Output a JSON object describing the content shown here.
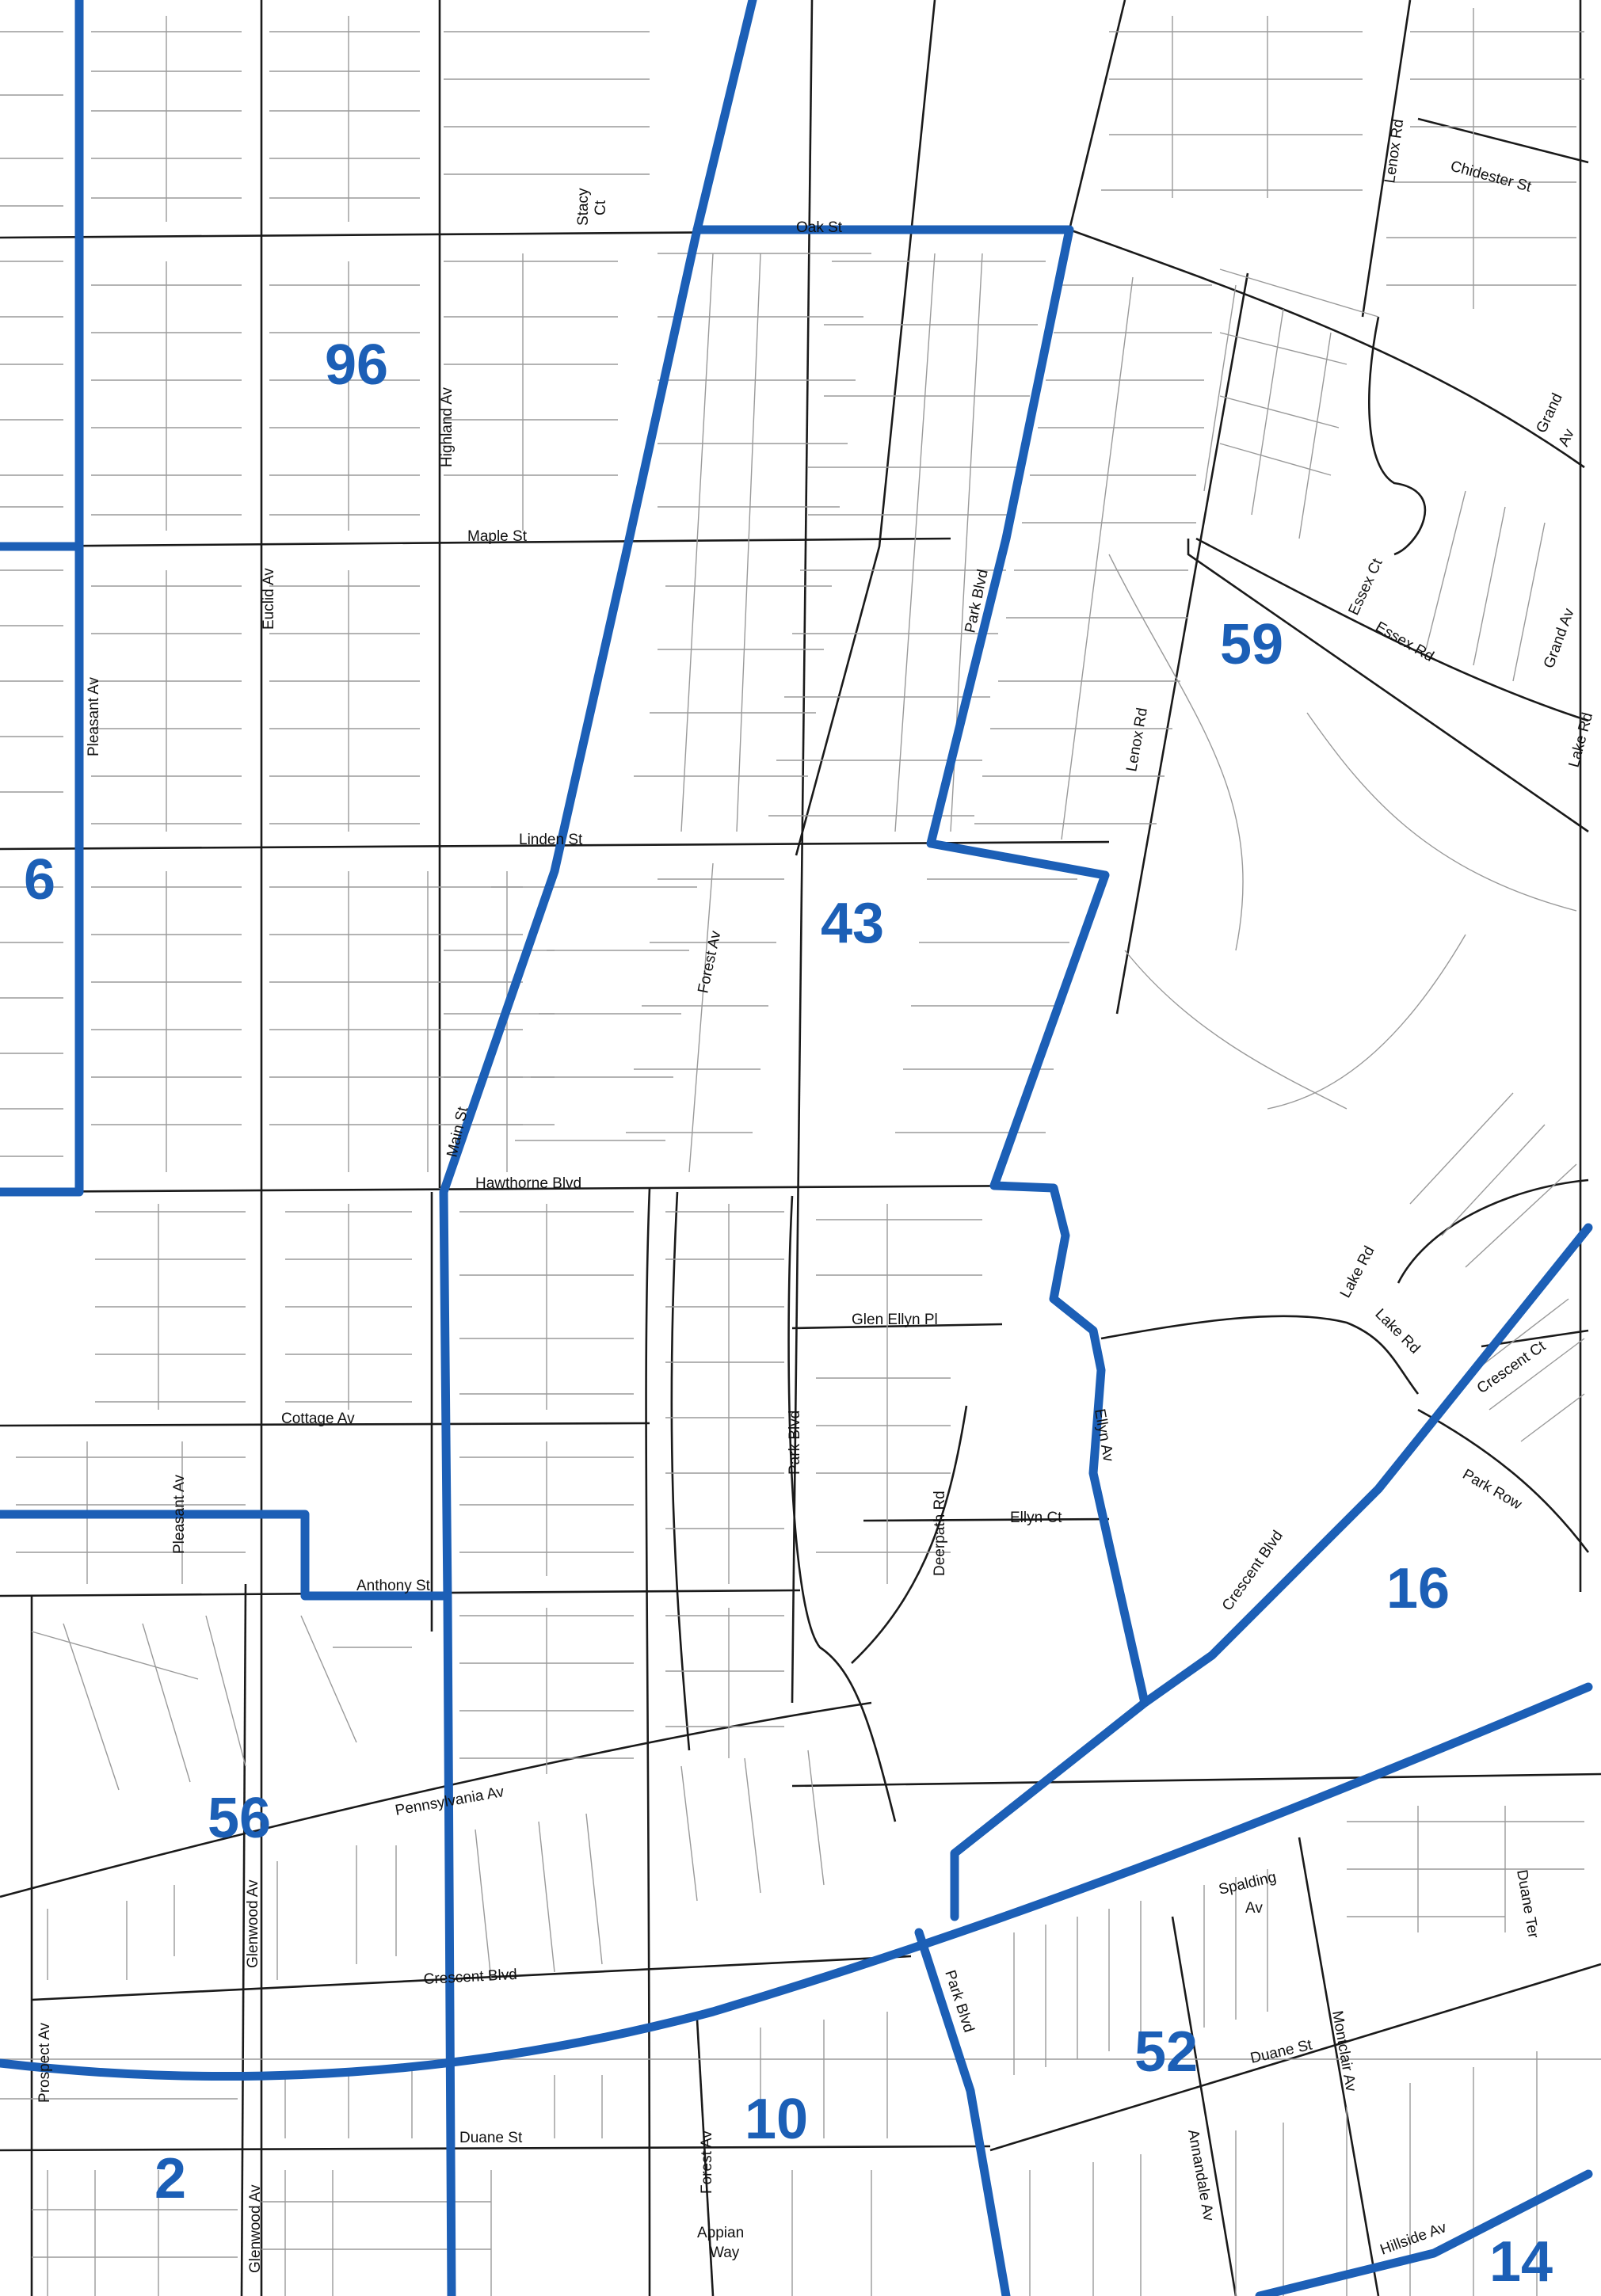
{
  "colors": {
    "background": "#ffffff",
    "boundary": "#1c5fb6",
    "street": "#1a1a1a",
    "lot": "#9a9a9a",
    "label": "#111111"
  },
  "precincts": [
    {
      "id": "p96",
      "label": "96"
    },
    {
      "id": "p59",
      "label": "59"
    },
    {
      "id": "p6",
      "label": "6"
    },
    {
      "id": "p43",
      "label": "43"
    },
    {
      "id": "p16",
      "label": "16"
    },
    {
      "id": "p56",
      "label": "56"
    },
    {
      "id": "p52",
      "label": "52"
    },
    {
      "id": "p10",
      "label": "10"
    },
    {
      "id": "p2",
      "label": "2"
    },
    {
      "id": "p14",
      "label": "14"
    }
  ],
  "streets": [
    {
      "id": "oak-st",
      "label": "Oak St"
    },
    {
      "id": "maple-st",
      "label": "Maple St"
    },
    {
      "id": "linden-st",
      "label": "Linden St"
    },
    {
      "id": "hawthorne-blvd",
      "label": "Hawthorne Blvd"
    },
    {
      "id": "cottage-av",
      "label": "Cottage Av"
    },
    {
      "id": "anthony-st",
      "label": "Anthony St"
    },
    {
      "id": "pennsylvania-av",
      "label": "Pennsylvania Av"
    },
    {
      "id": "crescent-blvd-south",
      "label": "Crescent Blvd"
    },
    {
      "id": "duane-st-west",
      "label": "Duane St"
    },
    {
      "id": "duane-st-east",
      "label": "Duane St"
    },
    {
      "id": "glen-ellyn-pl",
      "label": "Glen Ellyn Pl"
    },
    {
      "id": "ellyn-ct",
      "label": "Ellyn Ct"
    },
    {
      "id": "chidester-st",
      "label": "Chidester St"
    },
    {
      "id": "stacy-ct-1",
      "label": "Stacy"
    },
    {
      "id": "stacy-ct-2",
      "label": "Ct"
    },
    {
      "id": "highland-av",
      "label": "Highland Av"
    },
    {
      "id": "euclid-av",
      "label": "Euclid Av"
    },
    {
      "id": "pleasant-av-north",
      "label": "Pleasant Av"
    },
    {
      "id": "pleasant-av-south",
      "label": "Pleasant Av"
    },
    {
      "id": "main-st",
      "label": "Main St"
    },
    {
      "id": "forest-av-north",
      "label": "Forest Av"
    },
    {
      "id": "forest-av-south",
      "label": "Forest Av"
    },
    {
      "id": "park-blvd-north",
      "label": "Park Blvd"
    },
    {
      "id": "park-blvd-mid",
      "label": "Park Blvd"
    },
    {
      "id": "park-blvd-south",
      "label": "Park Blvd"
    },
    {
      "id": "lenox-rd-north",
      "label": "Lenox Rd"
    },
    {
      "id": "lenox-rd-mid",
      "label": "Lenox Rd"
    },
    {
      "id": "grand-av-1",
      "label": "Grand"
    },
    {
      "id": "grand-av-2",
      "label": "Av"
    },
    {
      "id": "grand-av-east",
      "label": "Grand Av"
    },
    {
      "id": "essex-ct",
      "label": "Essex Ct"
    },
    {
      "id": "essex-rd",
      "label": "Essex Rd"
    },
    {
      "id": "lake-rd-east",
      "label": "Lake Rd"
    },
    {
      "id": "lake-rd-1",
      "label": "Lake Rd"
    },
    {
      "id": "lake-rd-2",
      "label": "Lake Rd"
    },
    {
      "id": "crescent-ct",
      "label": "Crescent Ct"
    },
    {
      "id": "park-row",
      "label": "Park Row"
    },
    {
      "id": "crescent-blvd-diag",
      "label": "Crescent Blvd"
    },
    {
      "id": "ellyn-av",
      "label": "Ellyn Av"
    },
    {
      "id": "deerpath-rd",
      "label": "Deerpath Rd"
    },
    {
      "id": "glenwood-av-north",
      "label": "Glenwood Av"
    },
    {
      "id": "glenwood-av-south",
      "label": "Glenwood Av"
    },
    {
      "id": "prospect-av",
      "label": "Prospect Av"
    },
    {
      "id": "spalding-av-1",
      "label": "Spalding"
    },
    {
      "id": "spalding-av-2",
      "label": "Av"
    },
    {
      "id": "duane-ter",
      "label": "Duane Ter"
    },
    {
      "id": "montclair-av",
      "label": "Montclair Av"
    },
    {
      "id": "annandale-av",
      "label": "Annandale Av"
    },
    {
      "id": "hillside-av",
      "label": "Hillside Av"
    },
    {
      "id": "appian-way-1",
      "label": "Appian"
    },
    {
      "id": "appian-way-2",
      "label": "Way"
    }
  ]
}
